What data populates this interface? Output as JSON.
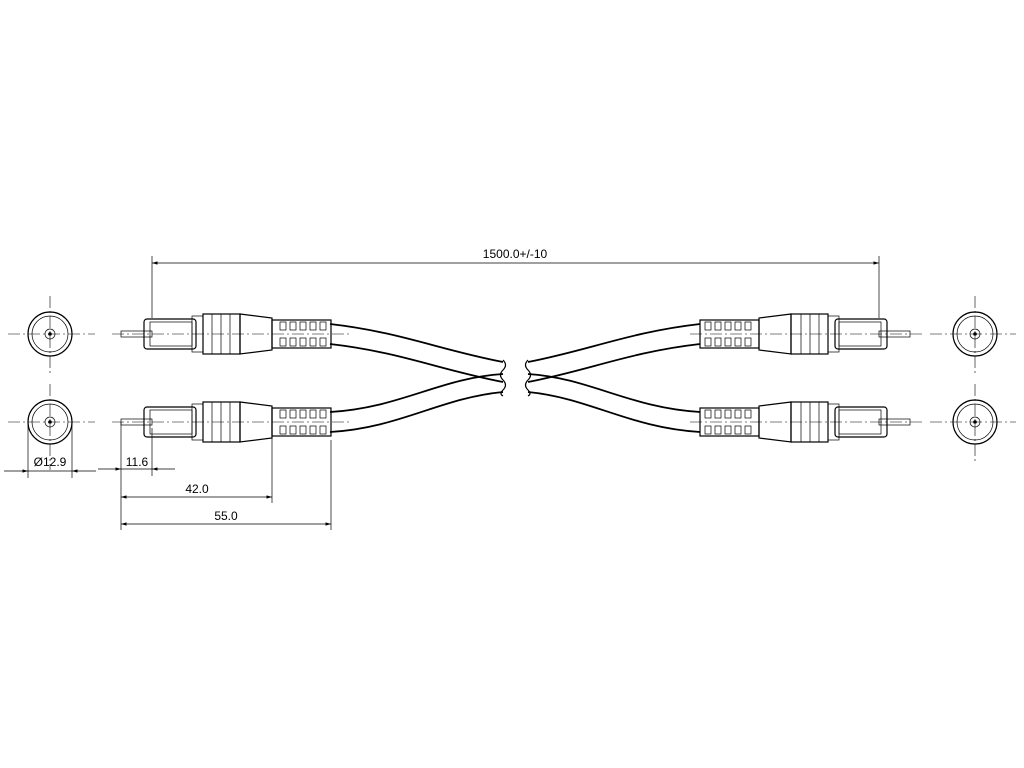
{
  "dimensions": {
    "overall_length": "1500.0+/-10",
    "diameter": "Ø12.9",
    "pin_length": "11.6",
    "connector_length": "42.0",
    "connector_with_strain_relief": "55.0"
  },
  "colors": {
    "line": "#000000",
    "end_face": "#d9d9d9",
    "ring_blue": "#1f3ff0",
    "ring_red": "#e01010",
    "background": "#ffffff"
  },
  "connectors": [
    {
      "side": "left",
      "channel": "upper",
      "ring_color": "blue"
    },
    {
      "side": "left",
      "channel": "lower",
      "ring_color": "red"
    },
    {
      "side": "right",
      "channel": "upper",
      "ring_color": "blue"
    },
    {
      "side": "right",
      "channel": "lower",
      "ring_color": "red"
    }
  ]
}
